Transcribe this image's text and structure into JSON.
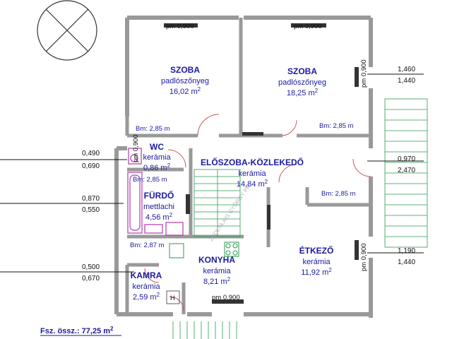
{
  "rooms": [
    {
      "id": "szoba-1",
      "name": "SZOBA",
      "material": "padlószőnyeg",
      "area": "16,02 m",
      "sup": "2"
    },
    {
      "id": "szoba-2",
      "name": "SZOBA",
      "material": "padlószőnyeg",
      "area": "18,25 m",
      "sup": "2"
    },
    {
      "id": "wc",
      "name": "WC",
      "material": "kerámia",
      "area": "0,86 m",
      "sup": "2"
    },
    {
      "id": "eloszoba",
      "name": "ELŐSZOBA-KÖZLEKEDŐ",
      "material": "kerámia",
      "area": "14,84 m",
      "sup": "2"
    },
    {
      "id": "furdo",
      "name": "FÜRDŐ",
      "material": "mettlachi",
      "area": "4,56 m",
      "sup": "2"
    },
    {
      "id": "konyha",
      "name": "KONYHA",
      "material": "kerámia",
      "area": "8,21 m",
      "sup": "2"
    },
    {
      "id": "etkezo",
      "name": "ÉTKEZŐ",
      "material": "kerámia",
      "area": "11,92 m",
      "sup": "2"
    },
    {
      "id": "kamra",
      "name": "KAMRA",
      "material": "kerámia",
      "area": "2,59 m",
      "sup": "2"
    }
  ],
  "heights": {
    "szoba_1": "Bm: 2,85 m",
    "szoba_2": "Bm: 2,85 m",
    "wc": "Bm: 2,85 m",
    "eloszoba": "Bm: 2,85 m",
    "konyha": "Bm: 2,87 m"
  },
  "window_marks": {
    "top_left": "pm 0,900",
    "top_right": "pm 0,900",
    "right_upper": "pm 0,900",
    "right_lower": "pm 0,900",
    "bottom": "pm 0,900",
    "wc_small": "pm 0,900"
  },
  "dimensions": {
    "right_1": "1,460",
    "right_2": "1,440",
    "right_3": "0,970",
    "right_4": "2,470",
    "right_5": "1,190",
    "right_6": "1,440",
    "left_1": "0,490",
    "left_2": "0,690",
    "left_3": "0,870",
    "left_4": "0,550",
    "left_5": "0,500",
    "left_6": "0,670"
  },
  "total_area": "Fsz. össz.: 77,25 m",
  "total_area_sup": "2",
  "watermark": "ZSOLTA.KIS GYÖRGY PIP",
  "colors": {
    "text": "#1a1aa0",
    "wall": "#999999",
    "fixture": "#b03ab0"
  }
}
